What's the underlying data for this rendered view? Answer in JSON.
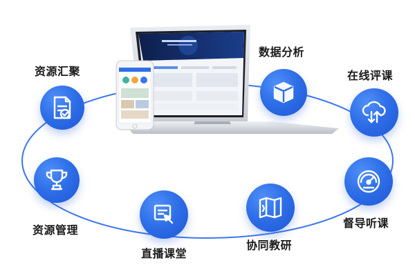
{
  "features": {
    "collect": {
      "label": "资源汇聚",
      "icon": "document-check-icon"
    },
    "manage": {
      "label": "资源管理",
      "icon": "trophy-icon"
    },
    "live": {
      "label": "直播课堂",
      "icon": "screen-cursor-icon"
    },
    "research": {
      "label": "协同教研",
      "icon": "map-book-icon"
    },
    "supervise": {
      "label": "督导听课",
      "icon": "gauge-icon"
    },
    "evaluate": {
      "label": "在线评课",
      "icon": "cloud-sync-icon"
    },
    "analysis": {
      "label": "数据分析",
      "icon": "cube-icon"
    }
  },
  "colors": {
    "ring": "#3a76ee",
    "badge": "#2f6fe8",
    "label": "#1a1a1a"
  }
}
